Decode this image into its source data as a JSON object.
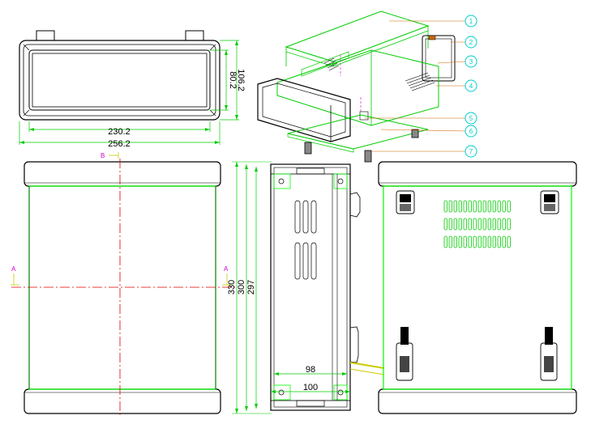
{
  "colors": {
    "outline": "#000000",
    "green": "#00cc00",
    "brightgreen": "#00ff00",
    "red": "#dd0000",
    "magenta": "#cc00cc",
    "cyan": "#00cccc",
    "yellow": "#cccc00",
    "orange": "#cc6600",
    "gray": "#444444"
  },
  "dimensions": {
    "front_inner_width": "230.2",
    "front_outer_width": "256.2",
    "front_inner_height": "80.2",
    "front_outer_height": "106.2",
    "side_length_330": "330",
    "side_length_300": "300",
    "side_length_297": "297",
    "side_inner_width": "98",
    "side_outer_width": "100"
  },
  "section_labels": {
    "a_left": "A",
    "a_right": "A",
    "b_top": "B"
  },
  "balloons": [
    "1",
    "2",
    "3",
    "4",
    "5",
    "6",
    "7"
  ]
}
